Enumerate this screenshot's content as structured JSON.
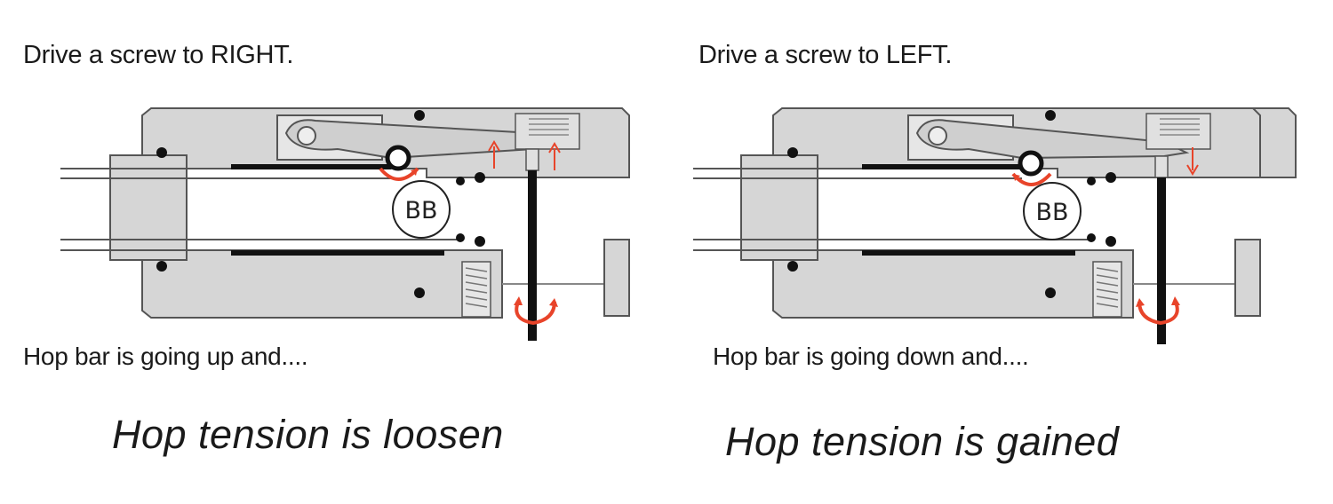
{
  "panels": [
    {
      "instruction": "Drive a screw to RIGHT.",
      "note": "Hop bar is going up and....",
      "result": "Hop tension is loosen",
      "bb_label": "BB",
      "hop_bar_direction": "up"
    },
    {
      "instruction": "Drive a screw to LEFT.",
      "note": "Hop bar is going down and....",
      "result": "Hop tension is  gained",
      "bb_label": "BB",
      "hop_bar_direction": "down"
    }
  ],
  "colors": {
    "body_gray": "#d6d6d6",
    "outline": "#555555",
    "arrow_red": "#e8442a",
    "barrel_black": "#111111"
  }
}
